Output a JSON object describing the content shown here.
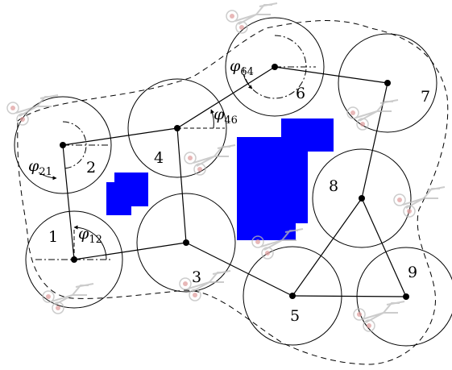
{
  "colors": {
    "obstacle": "#0000ff",
    "stroke": "#000000",
    "robot": "#bbbbbb",
    "robot_accent": "#e08080"
  },
  "nodes": [
    {
      "id": "1",
      "label": "1"
    },
    {
      "id": "2",
      "label": "2"
    },
    {
      "id": "3",
      "label": "3"
    },
    {
      "id": "4",
      "label": "4"
    },
    {
      "id": "5",
      "label": "5"
    },
    {
      "id": "6",
      "label": "6"
    },
    {
      "id": "7",
      "label": "7"
    },
    {
      "id": "8",
      "label": "8"
    },
    {
      "id": "9",
      "label": "9"
    }
  ],
  "edges": [
    [
      "1",
      "2"
    ],
    [
      "1",
      "3"
    ],
    [
      "2",
      "4"
    ],
    [
      "3",
      "4"
    ],
    [
      "3",
      "5"
    ],
    [
      "4",
      "6"
    ],
    [
      "6",
      "7"
    ],
    [
      "7",
      "8"
    ],
    [
      "8",
      "5"
    ],
    [
      "8",
      "9"
    ],
    [
      "5",
      "9"
    ]
  ],
  "angles": [
    {
      "id": "phi21",
      "symbol": "φ",
      "subscript": "21"
    },
    {
      "id": "phi12",
      "symbol": "φ",
      "subscript": "12"
    },
    {
      "id": "phi46",
      "symbol": "φ",
      "subscript": "46"
    },
    {
      "id": "phi64",
      "symbol": "φ",
      "subscript": "64"
    }
  ],
  "robot_icon": "drone-icon",
  "obstacle_count": 2
}
